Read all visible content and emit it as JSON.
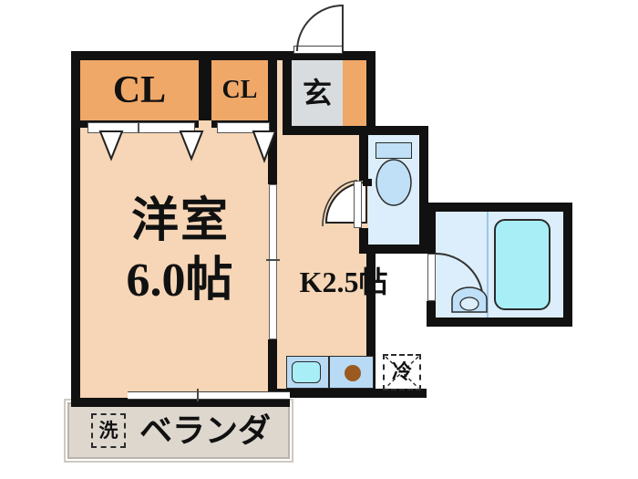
{
  "document": {
    "type": "floor-plan",
    "title": "1K apartment floor plan",
    "language": "ja"
  },
  "rooms": [
    {
      "id": "living",
      "name_ja": "洋室",
      "size": "6.0帖",
      "label_line1": "洋室",
      "label_line2": "6.0帖",
      "floor_color": "#F6D6B6"
    },
    {
      "id": "kitchen",
      "name_ja": "K",
      "size": "2.5帖",
      "label_line1": "K2.5帖",
      "label_line2": "",
      "floor_color": "#F6D6B6"
    },
    {
      "id": "entrance",
      "name_ja": "玄",
      "size": "",
      "label_line1": "玄",
      "label_line2": "",
      "floor_color": "#D9DCDE"
    },
    {
      "id": "veranda",
      "name_ja": "ベランダ",
      "size": "",
      "label_line1": "ベランダ",
      "label_line2": "",
      "floor_color": "#DDD7CE"
    }
  ],
  "labels": {
    "closet_large": "CL",
    "closet_small": "CL",
    "entrance": "玄",
    "living_room": "洋室",
    "living_room_size": "6.0帖",
    "kitchen": "K2.5帖",
    "veranda": "ベランダ",
    "washer": "洗",
    "fridge": "冷"
  },
  "fixtures": [
    {
      "id": "toilet",
      "name": "toilet",
      "label": ""
    },
    {
      "id": "bathtub",
      "name": "bathtub",
      "label": ""
    },
    {
      "id": "washbasin",
      "name": "wash-basin",
      "label": ""
    },
    {
      "id": "sink",
      "name": "kitchen-sink",
      "label": ""
    },
    {
      "id": "stove",
      "name": "stove-burner",
      "label": ""
    },
    {
      "id": "fridge_space",
      "name": "refrigerator-space",
      "label": "冷"
    },
    {
      "id": "washer_space",
      "name": "washing-machine-space",
      "label": "洗"
    }
  ],
  "colors": {
    "wall": "#111111",
    "floor": "#F6D6B6",
    "closet": "#F0A868",
    "entrance_tile": "#D9DCDE",
    "wet_area": "#DCEEFB",
    "bathtub": "#A8EEF7",
    "veranda": "#DDD7CE",
    "stove_burner": "#9A5A20",
    "background": "#FFFFFF"
  }
}
